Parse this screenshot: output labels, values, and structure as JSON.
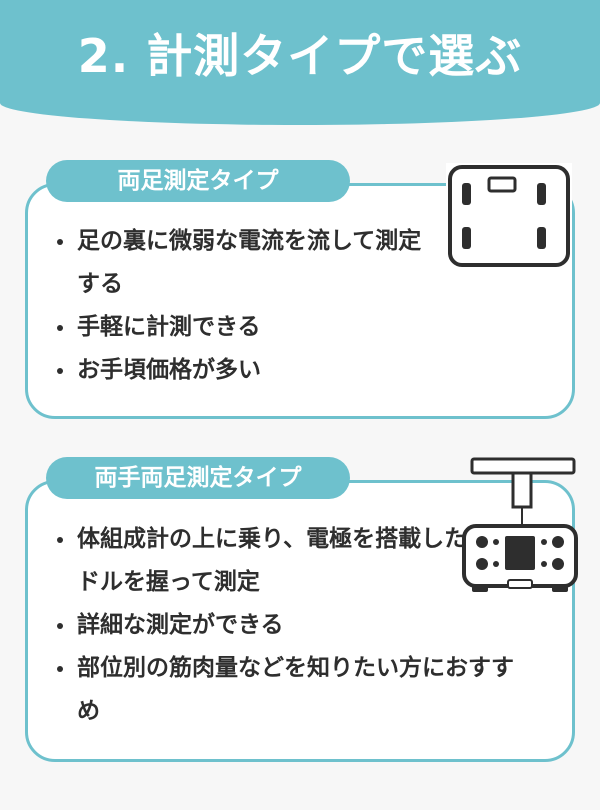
{
  "header": {
    "title": "2. 計測タイプで選ぶ"
  },
  "sections": [
    {
      "label": "両足測定タイプ",
      "icon": "foot-scale-icon",
      "bullets": [
        "足の裏に微弱な電流を流して測定する",
        "手軽に計測できる",
        "お手頃価格が多い"
      ]
    },
    {
      "label": "両手両足測定タイプ",
      "icon": "hand-foot-scale-icon",
      "bullets": [
        "体組成計の上に乗り、電極を搭載したハンドルを握って測定",
        "詳細な測定ができる",
        "部位別の筋肉量などを知りたい方におすすめ"
      ]
    }
  ],
  "colors": {
    "accent": "#6ec1cd",
    "text": "#2e2e2e",
    "background": "#f7f7f7"
  }
}
